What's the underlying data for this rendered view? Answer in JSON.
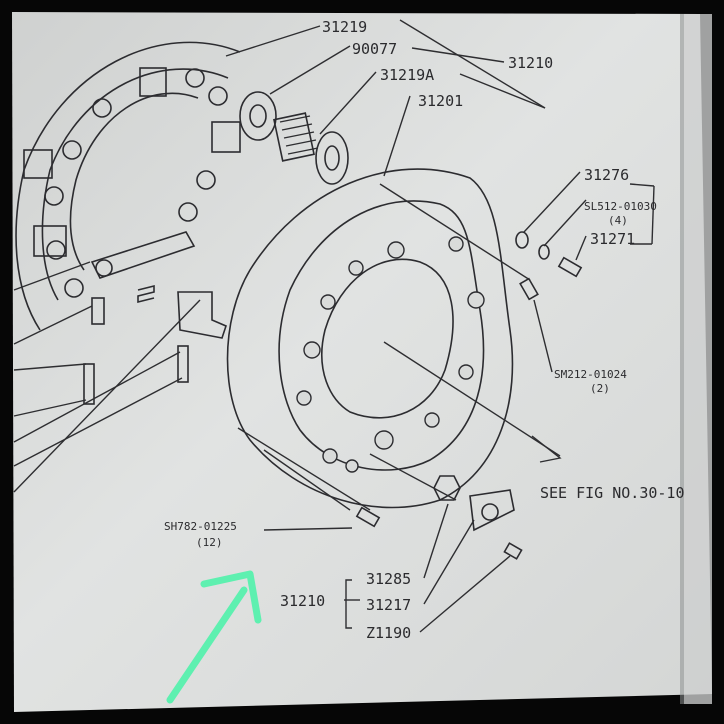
{
  "callouts": {
    "p31219": "31219",
    "p90077": "90077",
    "p31210_top": "31210",
    "p31219A": "31219A",
    "p31201": "31201",
    "p31276": "31276",
    "pSL512": "SL512-01030",
    "pSL512_qty": "(4)",
    "p31271": "31271",
    "pSM212": "SM212-01024",
    "pSM212_qty": "(2)",
    "see_fig": "SEE FIG NO.30-10",
    "pSH782": "SH782-01225",
    "pSH782_qty": "(12)",
    "p31285": "31285",
    "p31210_bottom": "31210",
    "p31217": "31217",
    "pZ1190": "Z1190"
  },
  "colors": {
    "paper": "#dcdedd",
    "ink": "#2b2b2e",
    "arrow": "#5ef0b0",
    "border": "#060606"
  }
}
